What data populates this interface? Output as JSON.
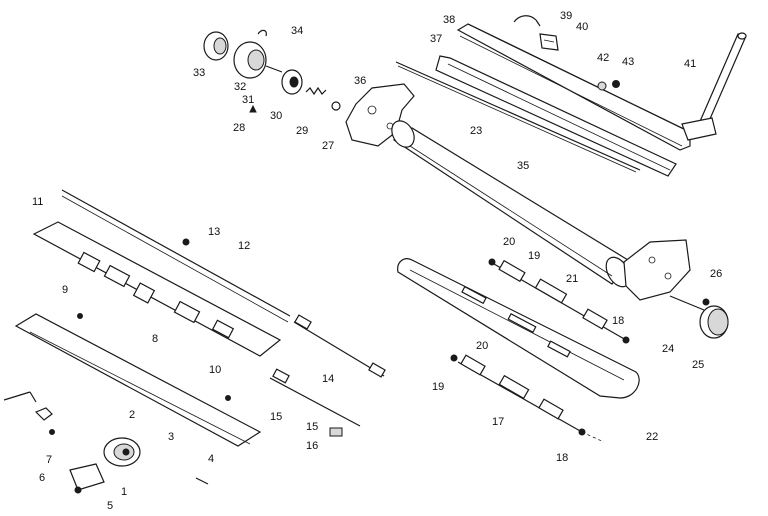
{
  "diagram": {
    "callouts": [
      {
        "id": "c1",
        "text": "1"
      },
      {
        "id": "c2",
        "text": "2"
      },
      {
        "id": "c3",
        "text": "3"
      },
      {
        "id": "c4",
        "text": "4"
      },
      {
        "id": "c5",
        "text": "5"
      },
      {
        "id": "c6",
        "text": "6"
      },
      {
        "id": "c7",
        "text": "7"
      },
      {
        "id": "c8",
        "text": "8"
      },
      {
        "id": "c9",
        "text": "9"
      },
      {
        "id": "c10",
        "text": "10"
      },
      {
        "id": "c11",
        "text": "11"
      },
      {
        "id": "c12",
        "text": "12"
      },
      {
        "id": "c13",
        "text": "13"
      },
      {
        "id": "c14",
        "text": "14"
      },
      {
        "id": "c15a",
        "text": "15"
      },
      {
        "id": "c15b",
        "text": "15"
      },
      {
        "id": "c16",
        "text": "16"
      },
      {
        "id": "c17",
        "text": "17"
      },
      {
        "id": "c18a",
        "text": "18"
      },
      {
        "id": "c18b",
        "text": "18"
      },
      {
        "id": "c19a",
        "text": "19"
      },
      {
        "id": "c19b",
        "text": "19"
      },
      {
        "id": "c20a",
        "text": "20"
      },
      {
        "id": "c20b",
        "text": "20"
      },
      {
        "id": "c21",
        "text": "21"
      },
      {
        "id": "c22",
        "text": "22"
      },
      {
        "id": "c23",
        "text": "23"
      },
      {
        "id": "c24",
        "text": "24"
      },
      {
        "id": "c25",
        "text": "25"
      },
      {
        "id": "c26",
        "text": "26"
      },
      {
        "id": "c27",
        "text": "27"
      },
      {
        "id": "c28",
        "text": "28"
      },
      {
        "id": "c29",
        "text": "29"
      },
      {
        "id": "c30",
        "text": "30"
      },
      {
        "id": "c31",
        "text": "31"
      },
      {
        "id": "c32",
        "text": "32"
      },
      {
        "id": "c33",
        "text": "33"
      },
      {
        "id": "c34",
        "text": "34"
      },
      {
        "id": "c35",
        "text": "35"
      },
      {
        "id": "c36",
        "text": "36"
      },
      {
        "id": "c37",
        "text": "37"
      },
      {
        "id": "c38",
        "text": "38"
      },
      {
        "id": "c39",
        "text": "39"
      },
      {
        "id": "c40",
        "text": "40"
      },
      {
        "id": "c41",
        "text": "41"
      },
      {
        "id": "c42",
        "text": "42"
      },
      {
        "id": "c43",
        "text": "43"
      }
    ]
  }
}
